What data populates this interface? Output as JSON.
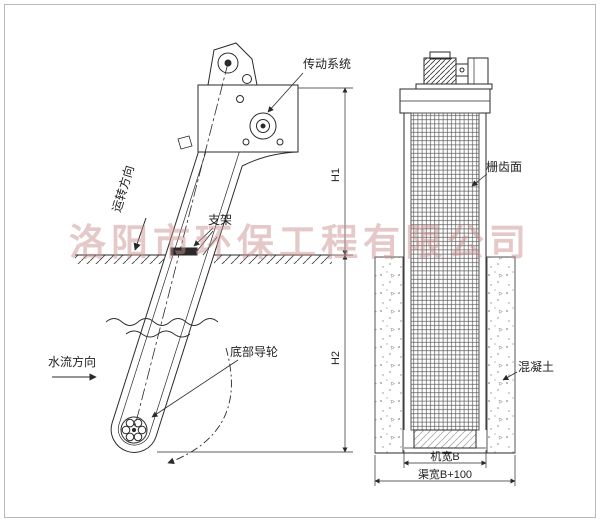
{
  "watermark": "洛阳市环保工程有限公司",
  "side_view": {
    "drive_system_label": "传动系统",
    "running_direction_label": "运转方向",
    "support_label": "支架",
    "water_flow_label": "水流方向",
    "bottom_guide_wheel_label": "底部导轮",
    "dim_upper": "H1",
    "dim_lower": "H2"
  },
  "front_view": {
    "rake_face_label": "栅齿面",
    "concrete_label": "混凝土",
    "machine_width_label": "机宽B",
    "channel_width_label": "渠宽B+100"
  },
  "colors": {
    "line": "#2a2a2a",
    "watermark": "#c98f8d"
  }
}
